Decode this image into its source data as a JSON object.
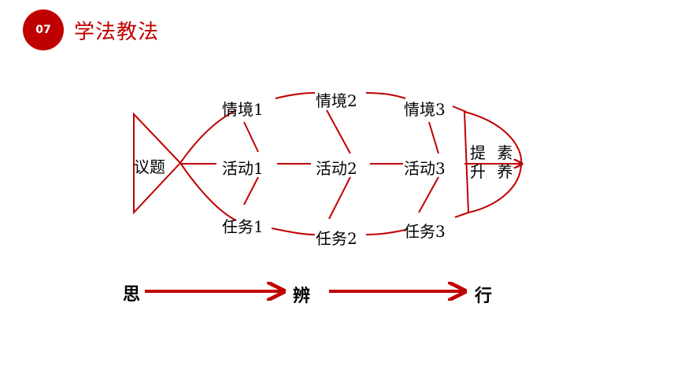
{
  "header": {
    "badge": "07",
    "title": "学法教法"
  },
  "fishbone": {
    "head": "议题",
    "top": [
      "情境1",
      "情境2",
      "情境3"
    ],
    "middle": [
      "活动1",
      "活动2",
      "活动3"
    ],
    "bottom": [
      "任务1",
      "任务2",
      "任务3"
    ],
    "tail_line1": "提 素",
    "tail_line2": "升 养"
  },
  "flow": {
    "step1": "思",
    "step2": "辨",
    "step3": "行"
  },
  "colors": {
    "accent": "#c00000",
    "line": "#c00000"
  }
}
